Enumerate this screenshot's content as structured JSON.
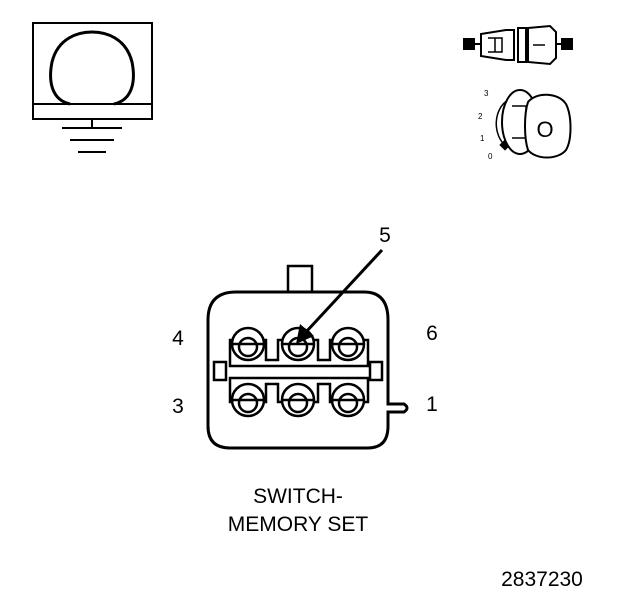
{
  "symbols": {
    "ground_box": "omega-ground-symbol",
    "connector_icon": "connector-plug-icon",
    "key_icon": "ignition-key-icon",
    "key_positions": [
      "3",
      "2",
      "1",
      "0"
    ],
    "key_face": "O"
  },
  "connector": {
    "pin_labels": {
      "pin5": "5",
      "pin4": "4",
      "pin6": "6",
      "pin3": "3",
      "pin1": "1"
    },
    "caption_line1": "SWITCH-",
    "caption_line2": "MEMORY SET"
  },
  "figure_id": "2837230",
  "colors": {
    "ink": "#000000",
    "paper": "#ffffff"
  }
}
